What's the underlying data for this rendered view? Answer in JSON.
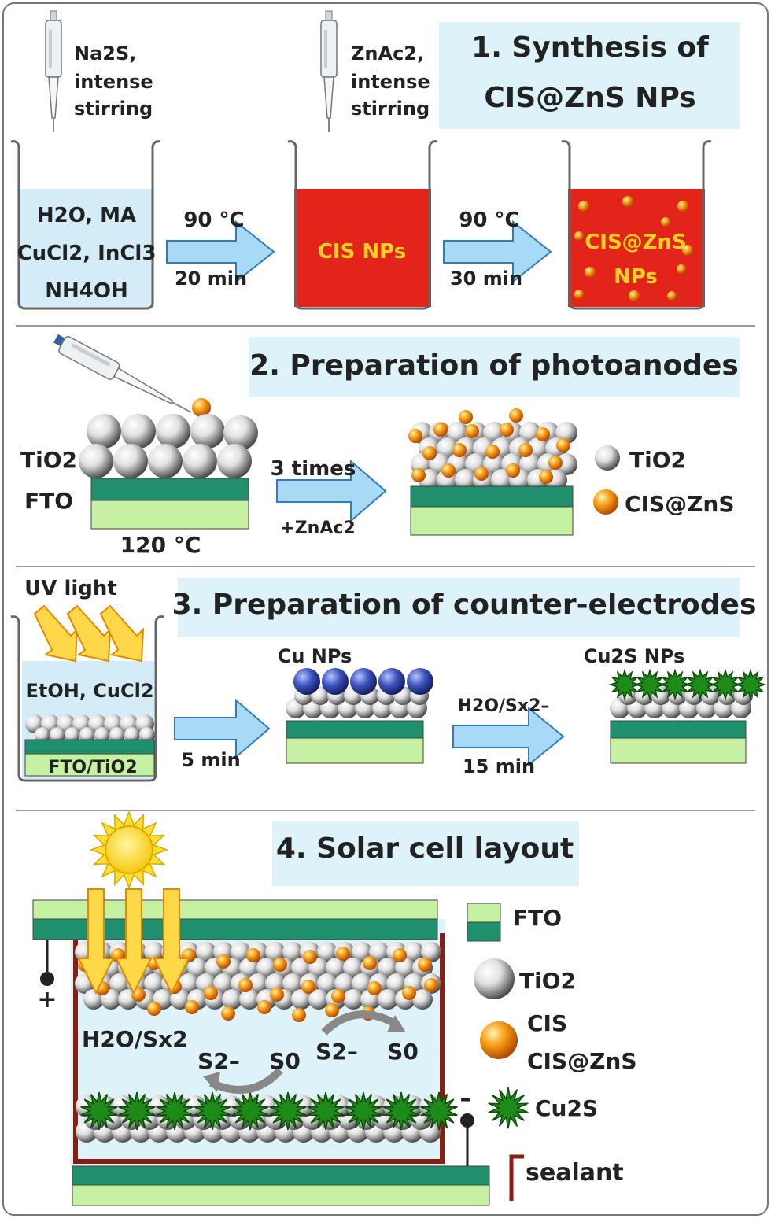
{
  "colors": {
    "panel_fill": "#def3f9",
    "liquid_light": "#d4ecf8",
    "liquid_red": "#e3241b",
    "arrow_fill": "#a8d9f5",
    "arrow_stroke": "#2f7cc4",
    "fto_dark": "#1f8f6e",
    "fto_light": "#c6f0a2",
    "nanoparticle_orange": "#f08a00",
    "cu_blue": "#2d3f9e",
    "cu2s_green": "#1d8a1a",
    "sealant": "#8b1c12",
    "sun": "#ffd200",
    "light_arrow": "#ffd84a",
    "yellow_text": "#ffd21f"
  },
  "section1": {
    "title_line1": "1. Synthesis of",
    "title_line2": "CIS@ZnS NPs",
    "pipette1": {
      "reagent": "Na2S,",
      "line2": "intense",
      "line3": "stirring"
    },
    "pipette2": {
      "reagent": "ZnAc2,",
      "line2": "intense",
      "line3": "stirring"
    },
    "beaker1": {
      "line1": "H2O, MA",
      "line2": "CuCl2, InCl3",
      "line3": "NH4OH"
    },
    "arrow1": {
      "top": "90 °C",
      "bottom": "20 min"
    },
    "beaker2": {
      "label": "CIS NPs"
    },
    "arrow2": {
      "top": "90 °C",
      "bottom": "30 min"
    },
    "beaker3": {
      "line1": "CIS@ZnS",
      "line2": "NPs"
    }
  },
  "section2": {
    "title": "2. Preparation of photoanodes",
    "label_tio2": "TiO2",
    "label_fto": "FTO",
    "temperature": "120 °C",
    "arrow": {
      "top": "3 times",
      "bottom": "+ZnAc2"
    },
    "legend": [
      {
        "icon": "tio2-sphere",
        "label": "TiO2"
      },
      {
        "icon": "cis-znS-sphere",
        "label": "CIS@ZnS"
      }
    ]
  },
  "section3": {
    "title": "3. Preparation of counter-electrodes",
    "uv_label": "UV light",
    "beaker_solution": "EtOH, CuCl2",
    "substrate_label": "FTO/TiO2",
    "arrow1": {
      "bottom": "5 min"
    },
    "cu_label": "Cu NPs",
    "arrow2": {
      "top": "H2O/Sx2–",
      "bottom": "15 min"
    },
    "cu2s_label": "Cu2S NPs"
  },
  "section4": {
    "title": "4. Solar cell layout",
    "electrolyte": "H2O/Sx2",
    "plus": "+",
    "minus": "–",
    "redox_left": {
      "s2": "S2–",
      "s0": "S0"
    },
    "redox_right": {
      "s2": "S2–",
      "s0": "S0"
    },
    "legend": [
      {
        "icon": "fto-swatch",
        "label": "FTO"
      },
      {
        "icon": "tio2-sphere",
        "label": "TiO2"
      },
      {
        "icon": "cis-sphere",
        "label": "CIS"
      },
      {
        "icon": "cis-znS-label",
        "label": "CIS@ZnS"
      },
      {
        "icon": "cu2s-star",
        "label": "Cu2S"
      },
      {
        "icon": "sealant-bracket",
        "label": "sealant"
      }
    ]
  }
}
